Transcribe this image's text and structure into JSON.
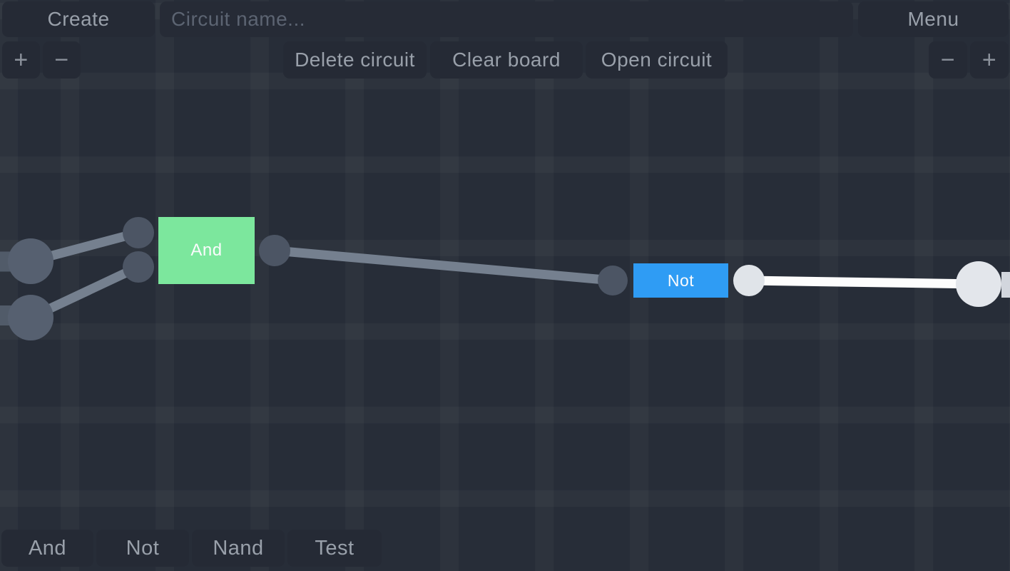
{
  "top_bar": {
    "create": "Create",
    "circuit_name_placeholder": "Circuit name...",
    "circuit_name_value": "",
    "menu": "Menu"
  },
  "toolbar": {
    "delete_circuit": "Delete circuit",
    "clear_board": "Clear board",
    "open_circuit": "Open circuit",
    "zoom_left": {
      "plus": "+",
      "minus": "−"
    },
    "zoom_right": {
      "minus": "−",
      "plus": "+"
    }
  },
  "palette": {
    "items": [
      {
        "label": "And"
      },
      {
        "label": "Not"
      },
      {
        "label": "Nand"
      },
      {
        "label": "Test"
      }
    ]
  },
  "circuit": {
    "gates": [
      {
        "label": "And",
        "color": "#7ce79d",
        "inputs_state": [
          "off",
          "off"
        ],
        "output_state": "off"
      },
      {
        "label": "Not",
        "color": "#2f9cf4",
        "inputs_state": [
          "off"
        ],
        "output_state": "on"
      }
    ],
    "input_nodes": [
      {
        "state": "off"
      },
      {
        "state": "off"
      }
    ],
    "output_node": {
      "state": "on"
    }
  },
  "colors": {
    "canvas_background": "#272d38",
    "panel": "#252a35",
    "button_text": "#99a0aa",
    "placeholder_text": "#5c6472",
    "gate_and": "#7ce79d",
    "gate_not": "#2f9cf4",
    "wire_off": "#75808f",
    "wire_on": "#fdfdfd",
    "node_off": "#566070",
    "pin_off": "#4c5564",
    "pin_on": "#e0e4e9",
    "node_on": "#e3e6eb",
    "stub_off": "#515b69",
    "stub_on": "#d2d6dd"
  }
}
